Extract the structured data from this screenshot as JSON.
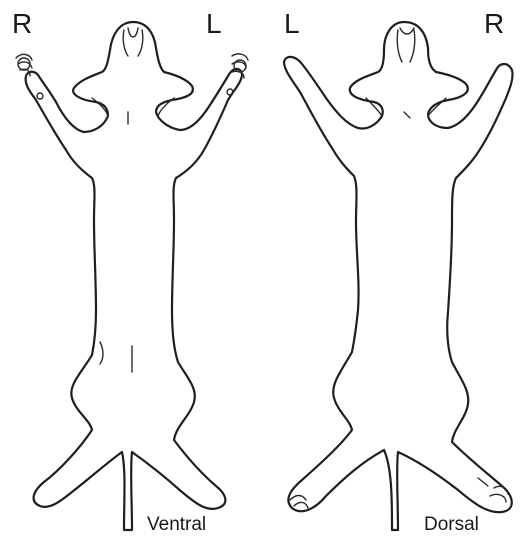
{
  "ventral": {
    "right_label": "R",
    "left_label": "L",
    "caption": "Ventral"
  },
  "dorsal": {
    "left_label": "L",
    "right_label": "R",
    "caption": "Dorsal"
  },
  "colors": {
    "outline": "#1f1f1f",
    "background": "#ffffff"
  }
}
